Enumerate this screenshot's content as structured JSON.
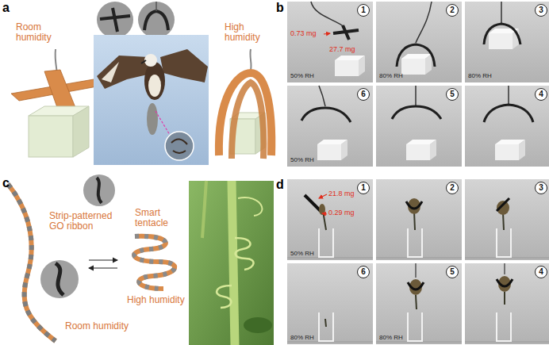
{
  "diagram": {
    "nodes": [
      {
        "text": [
          "1"
        ]
      },
      {
        "text": [
          "2"
        ]
      },
      {
        "text": [
          "3"
        ]
      },
      {
        "text": [
          "6"
        ]
      },
      {
        "text": [
          "5"
        ]
      },
      {
        "text": [
          "4"
        ]
      },
      {
        "text": [
          "1"
        ]
      },
      {
        "text": [
          "2"
        ]
      },
      {
        "text": [
          "3"
        ]
      },
      {
        "text": [
          "6"
        ]
      },
      {
        "text": [
          "5"
        ]
      },
      {
        "text": [
          "4"
        ]
      }
    ],
    "labels": [
      "a",
      "Room humidity",
      "High humidity",
      "b",
      "0.73 mg",
      "27.7 mg",
      "50% RH",
      "80% RH",
      "80% RH",
      "50% RH",
      "c",
      "Strip-patterned GO ribbon",
      "Smart tentacle",
      "Room humidity",
      "High humidity",
      "d",
      "21.8 mg",
      "0.29 mg",
      "50% RH",
      "80% RH",
      "80% RH"
    ]
  }
}
